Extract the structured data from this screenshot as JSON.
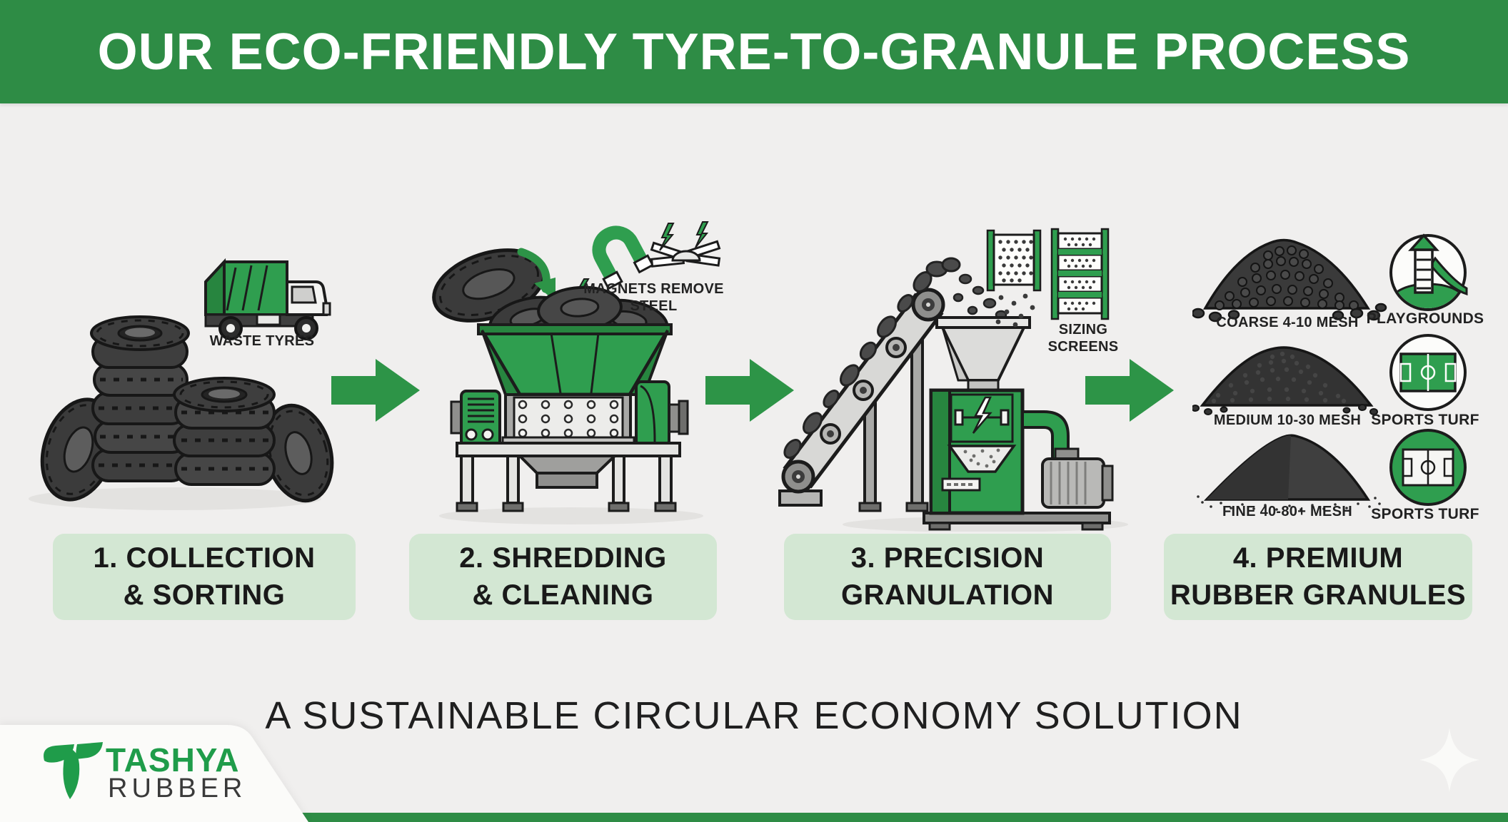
{
  "header": {
    "title": "OUR ECO-FRIENDLY TYRE-TO-GRANULE PROCESS"
  },
  "steps": [
    {
      "caption": {
        "line1": "1. COLLECTION",
        "line2": "& SORTING"
      },
      "annotation": "WASTE TYRES"
    },
    {
      "caption": {
        "line1": "2. SHREDDING",
        "line2": "& CLEANING"
      },
      "annotation": {
        "line1": "MAGNETS REMOVE",
        "line2": "STEEL"
      }
    },
    {
      "caption": {
        "line1": "3. PRECISION",
        "line2": "GRANULATION"
      },
      "annotation": {
        "line1": "SIZING",
        "line2": "SCREENS"
      }
    },
    {
      "caption": {
        "line1": "4. PREMIUM",
        "line2": "RUBBER GRANULES"
      },
      "products": [
        {
          "label": "COARSE 4-10 MESH",
          "use": "PLAYGROUNDS"
        },
        {
          "label": "MEDIUM 10-30 MESH",
          "use": "SPORTS TURF"
        },
        {
          "label": "FINE 40-80+ MESH",
          "use": "SPORTS TURF"
        }
      ]
    }
  ],
  "tagline": "A SUSTAINABLE CIRCULAR ECONOMY SOLUTION",
  "logo": {
    "name": "TASHYA",
    "sub": "RUBBER"
  },
  "colors": {
    "header_green": "#2e8c45",
    "illustration_green": "#2f9e4f",
    "caption_box_green": "#d3e7d3",
    "background": "#f0efee",
    "logo_green": "#1f9c4a"
  }
}
